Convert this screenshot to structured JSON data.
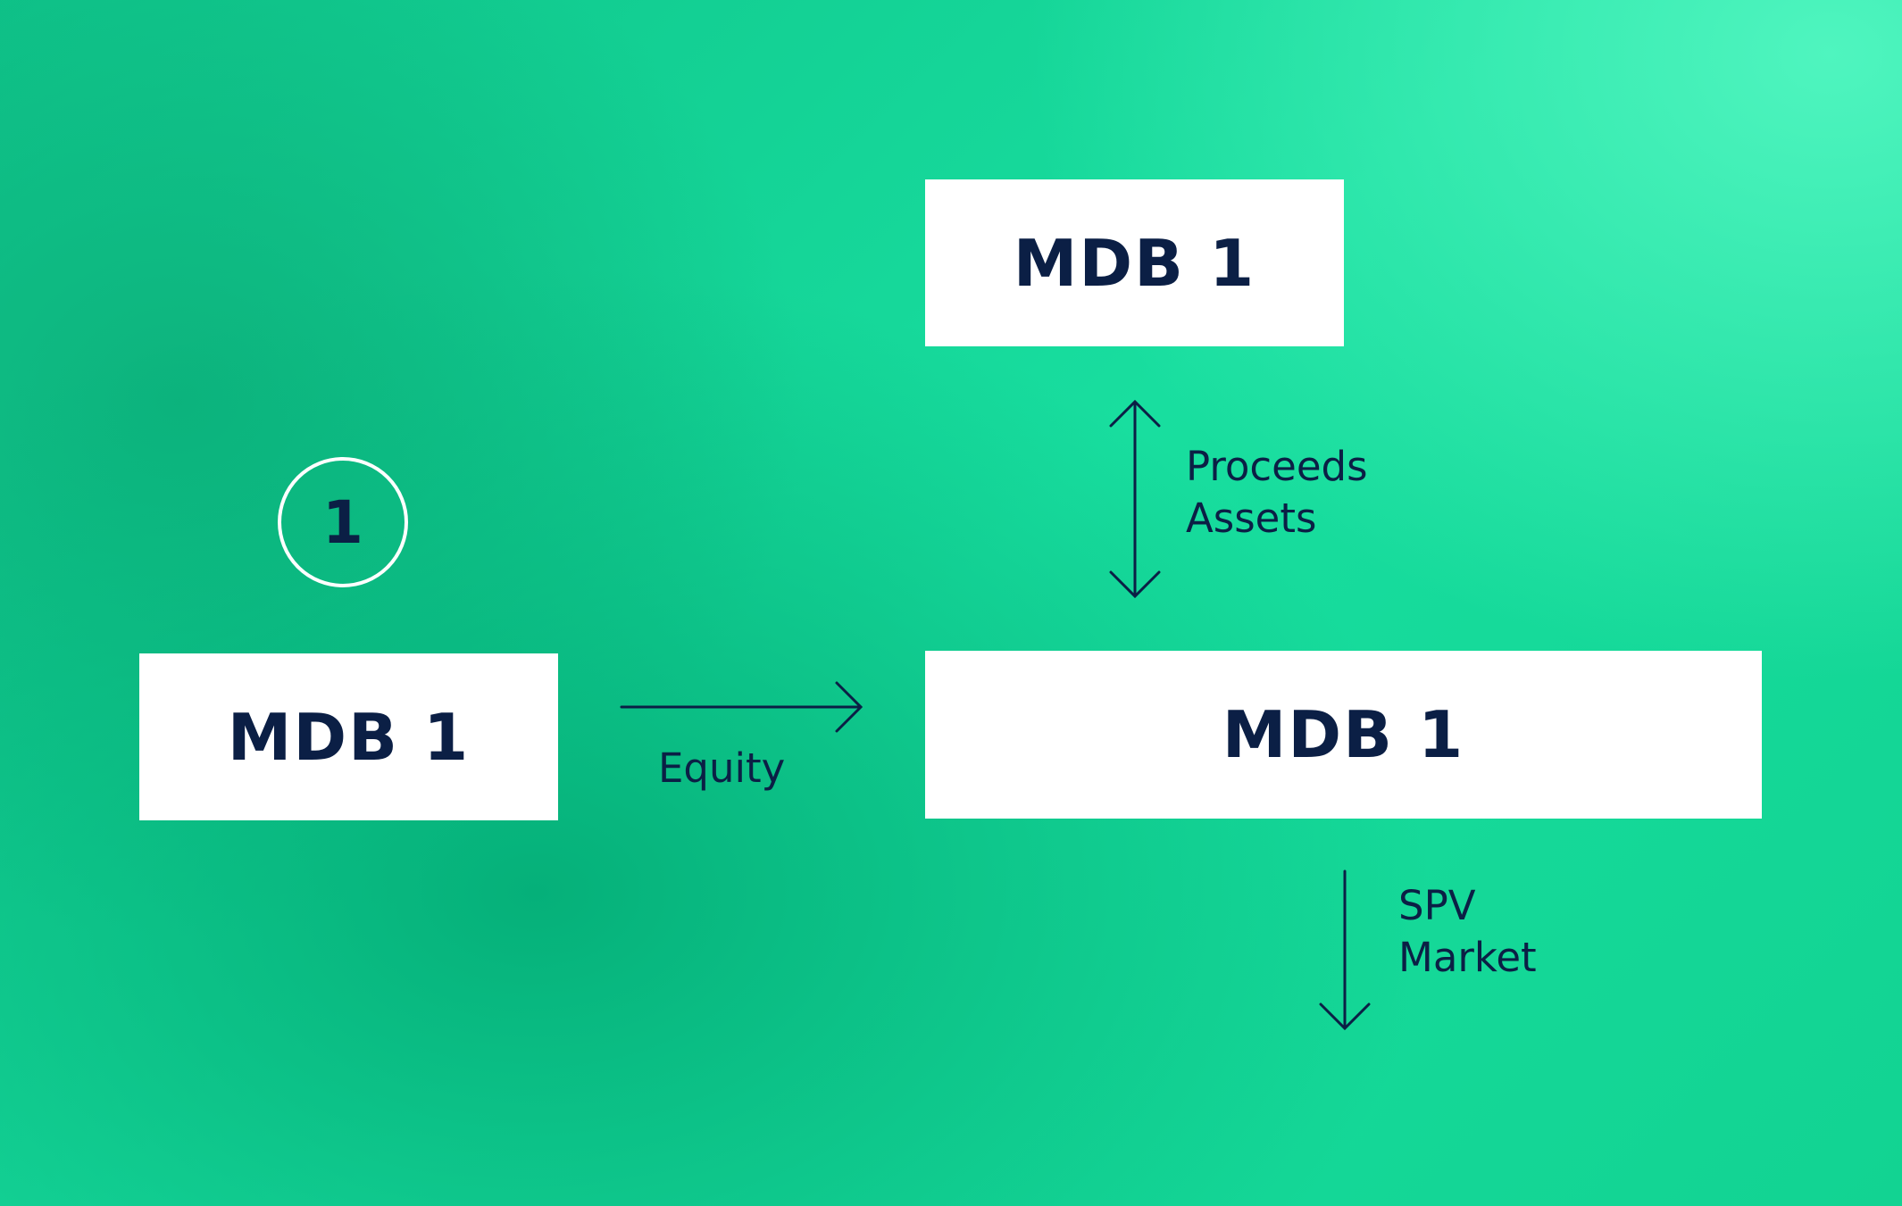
{
  "diagram": {
    "step_number": "1",
    "boxes": {
      "top": "MDB 1",
      "left": "MDB 1",
      "main": "MDB 1"
    },
    "labels": {
      "vertical_arrow": [
        "Proceeds",
        "Assets"
      ],
      "horizontal_arrow": "Equity",
      "down_arrow": [
        "SPV",
        "Market"
      ]
    },
    "colors": {
      "text": "#0b1f45",
      "box": "#ffffff",
      "background": "#18de9f"
    }
  }
}
